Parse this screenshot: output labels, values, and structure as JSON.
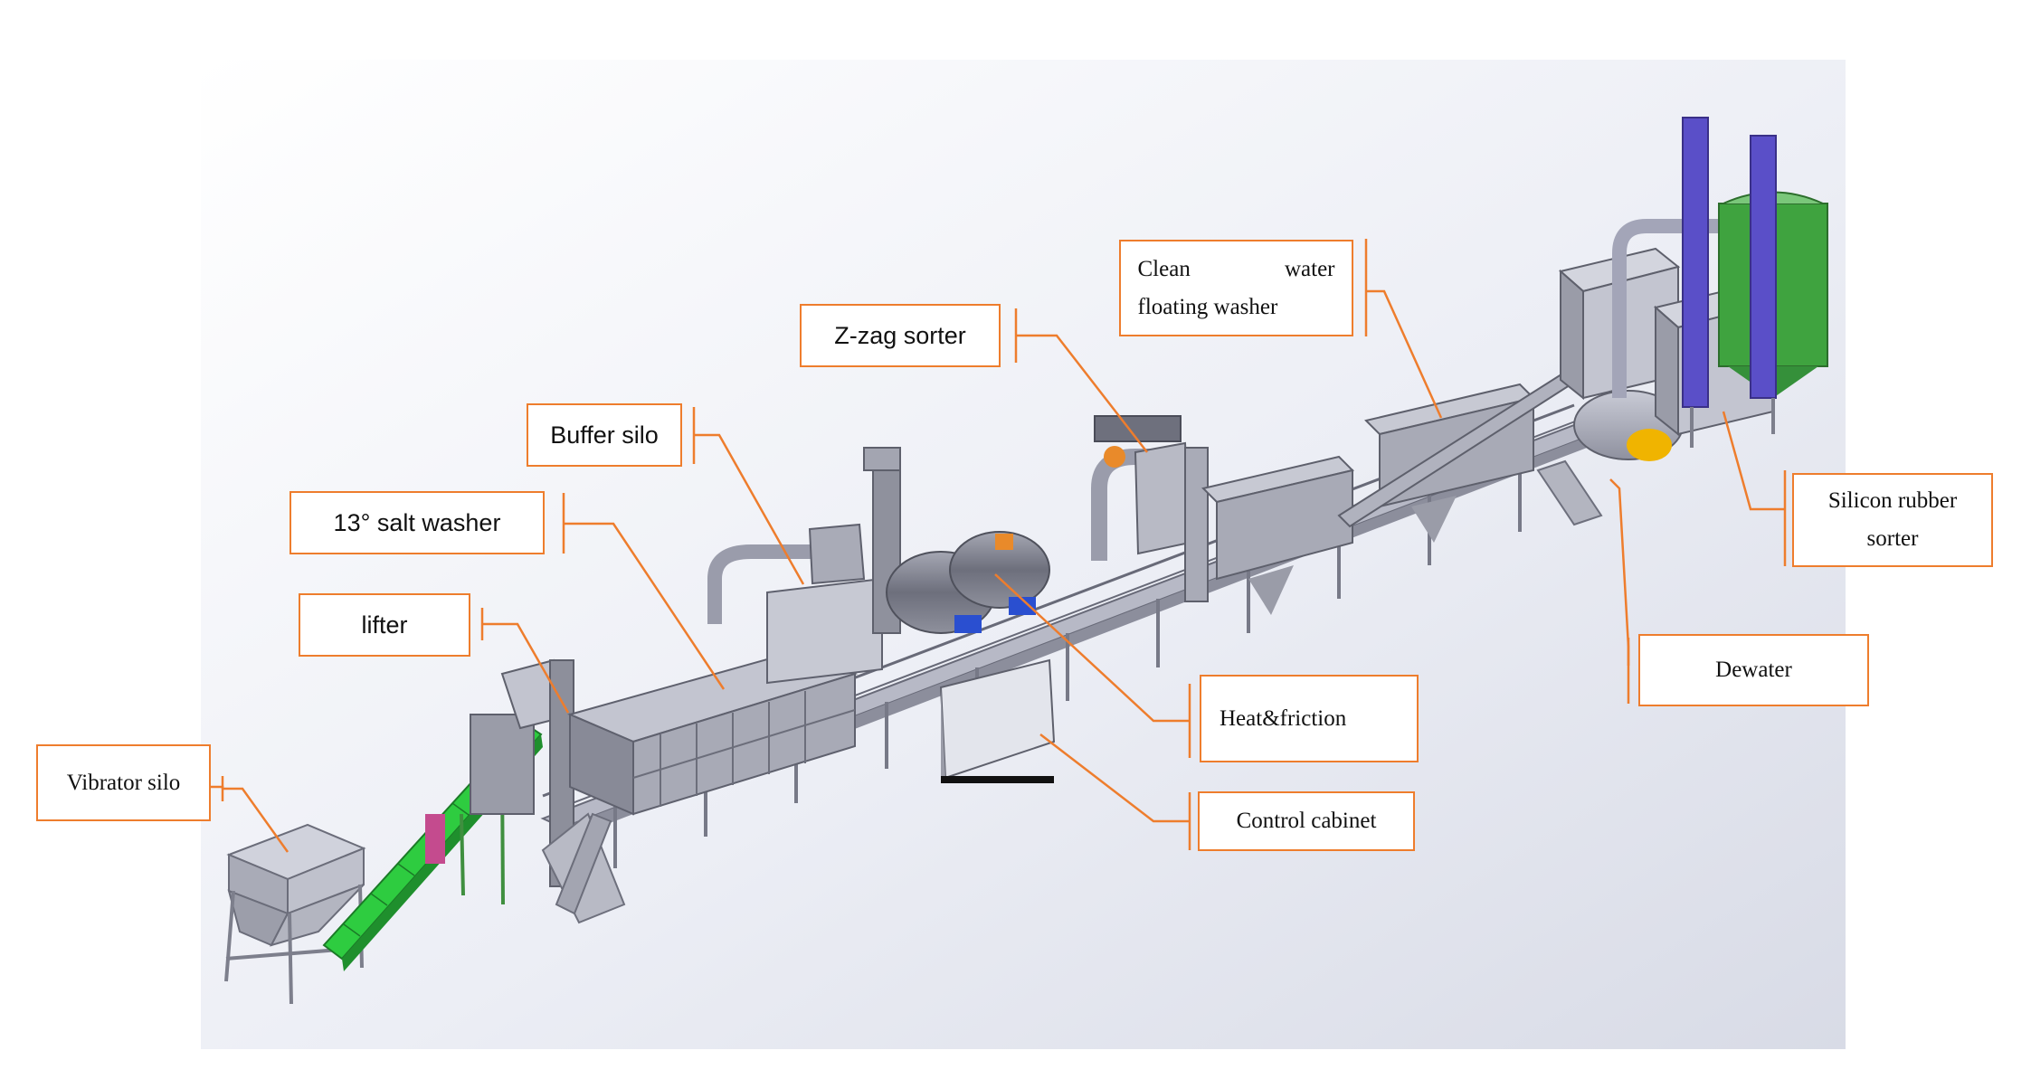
{
  "colors": {
    "accent": "#ee7d2d",
    "frame": "#8c8e9c",
    "frame_light": "#b7b9c6",
    "frame_dark": "#686a78",
    "conveyor": "#2ecc40",
    "elevator": "#5a4fc8",
    "silo_green": "#3fa33f",
    "motor_blue": "#2a4fd0",
    "motor_orange": "#e98a2a",
    "motor_yellow": "#f0b400",
    "background": "#e9ebf3"
  },
  "labels": {
    "vibrator_silo": "Vibrator silo",
    "lifter": "lifter",
    "salt_washer": "13° salt washer",
    "buffer_silo": "Buffer silo",
    "zzag_sorter": "Z-zag sorter",
    "clean_water_line1_a": "Clean",
    "clean_water_line1_b": "water",
    "clean_water_line2": "floating washer",
    "silicon_line1": "Silicon rubber",
    "silicon_line2": "sorter",
    "dewater": "Dewater",
    "heat_friction": "Heat&friction",
    "control_cabinet": "Control cabinet"
  }
}
